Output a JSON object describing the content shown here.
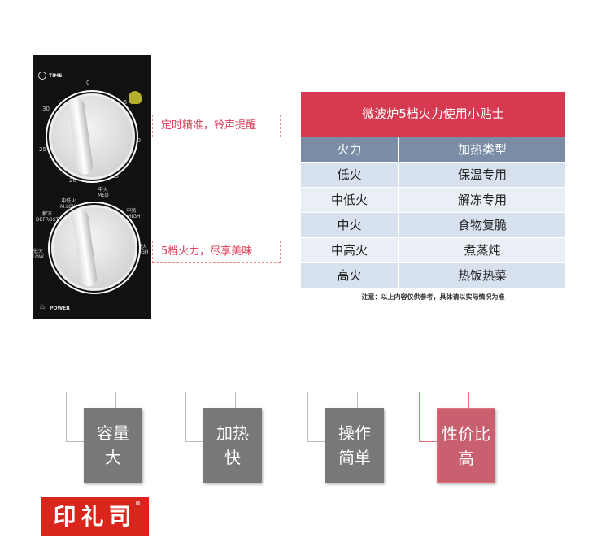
{
  "panel": {
    "time_label": "TIME",
    "power_label": "POWER",
    "timer_marks": [
      "0",
      "5",
      "10",
      "15",
      "20",
      "25",
      "30"
    ],
    "power_marks": [
      {
        "cn": "低火",
        "en": "LOW"
      },
      {
        "cn": "解冻",
        "en": "DEFROST"
      },
      {
        "cn": "中低火",
        "en": "M.LOW"
      },
      {
        "cn": "中火",
        "en": "MED"
      },
      {
        "cn": "中高",
        "en": "M.HIGH"
      },
      {
        "cn": "高火",
        "en": "HIGH"
      }
    ]
  },
  "callouts": [
    "定时精准，铃声提醒",
    "5档火力，尽享美味"
  ],
  "table": {
    "title": "微波炉5档火力使用小贴士",
    "headers": [
      "火力",
      "加热类型"
    ],
    "rows": [
      [
        "低火",
        "保温专用"
      ],
      [
        "中低火",
        "解冻专用"
      ],
      [
        "中火",
        "食物复脆"
      ],
      [
        "中高火",
        "煮蒸炖"
      ],
      [
        "高火",
        "热饭热菜"
      ]
    ],
    "note": "注意：以上内容仅供参考，具体请以实际情况为准"
  },
  "features": [
    {
      "l1": "容量",
      "l2": "大"
    },
    {
      "l1": "加热",
      "l2": "快"
    },
    {
      "l1": "操作",
      "l2": "简单"
    },
    {
      "l1": "性价比",
      "l2": "高"
    }
  ],
  "logo": {
    "text": "印礼司",
    "mark": "®"
  },
  "colors": {
    "accent": "#d63a50",
    "header": "#7a8ca6"
  }
}
